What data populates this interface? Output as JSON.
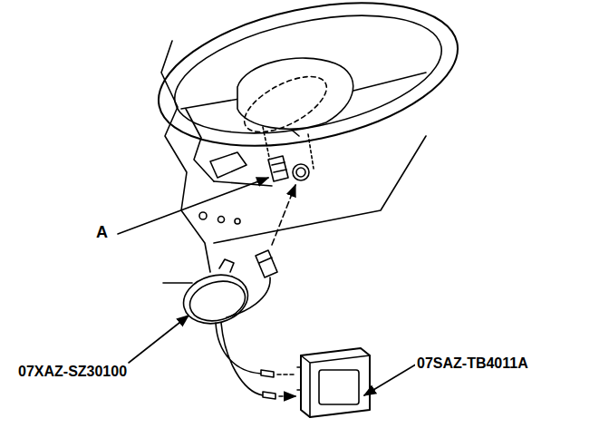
{
  "diagram": {
    "labels": [
      "A",
      "07XAZ-SZ30100",
      "07SAZ-TB4011A"
    ]
  }
}
